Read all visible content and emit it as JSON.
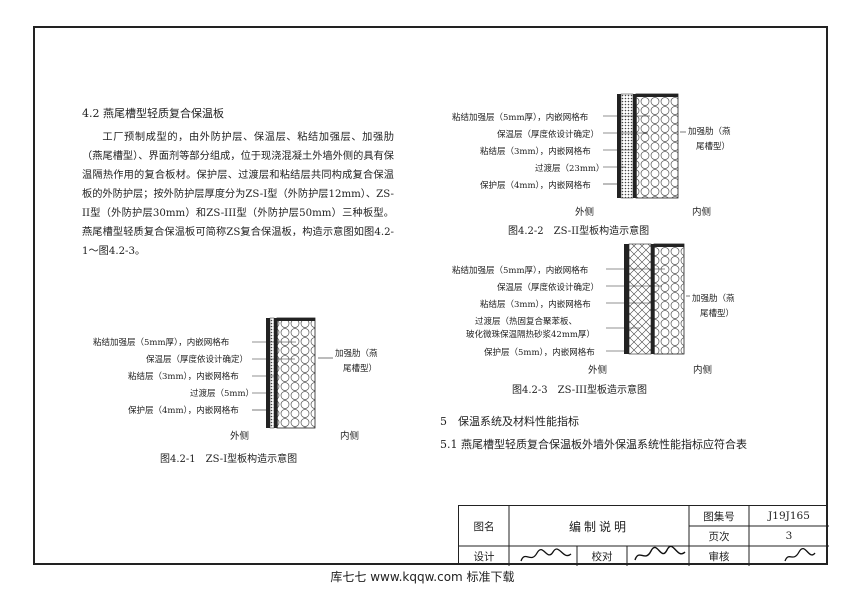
{
  "section_4_2": {
    "heading": "4.2 燕尾槽型轻质复合保温板",
    "paragraph": "工厂预制成型的，由外防护层、保温层、粘结加强层、加强肋（燕尾槽型）、界面剂等部分组成，位于现浇混凝土外墙外侧的具有保温隔热作用的复合板材。保护层、过渡层和粘结层共同构成复合保温板的外防护层；按外防护层厚度分为ZS-I型（外防护层12mm）、ZS-II型（外防护层30mm）和ZS-III型（外防护层50mm）三种板型。燕尾槽型轻质复合保温板可简称ZS复合保温板，构造示意图如图4.2-1～图4.2-3。"
  },
  "fig1": {
    "labels": [
      "粘结加强层（5mm厚），内嵌网格布",
      "保温层（厚度依设计确定）",
      "粘结层（3mm），内嵌网格布",
      "过渡层（5mm）",
      "保护层（4mm），内嵌网格布"
    ],
    "rib_label_1": "加强肋（燕",
    "rib_label_2": "尾槽型）",
    "outside": "外侧",
    "inside": "内侧",
    "caption": "图4.2-1　ZS-I型板构造示意图"
  },
  "fig2": {
    "labels": [
      "粘结加强层（5mm厚），内嵌网格布",
      "保温层（厚度依设计确定）",
      "粘结层（3mm），内嵌网格布",
      "过渡层（23mm）",
      "保护层（4mm），内嵌网格布"
    ],
    "rib_label_1": "加强肋（燕",
    "rib_label_2": "尾槽型）",
    "outside": "外侧",
    "inside": "内侧",
    "caption": "图4.2-2　ZS-II型板构造示意图"
  },
  "fig3": {
    "labels": [
      "粘结加强层（5mm厚），内嵌网格布",
      "保温层（厚度依设计确定）",
      "粘结层（3mm），内嵌网格布",
      "过渡层（热固复合聚苯板、",
      "玻化微珠保温隔热砂浆42mm厚）",
      "保护层（5mm），内嵌网格布"
    ],
    "rib_label_1": "加强肋（燕",
    "rib_label_2": "尾槽型）",
    "outside": "外侧",
    "inside": "内侧",
    "caption": "图4.2-3　ZS-III型板造示意图"
  },
  "section_5": {
    "heading": "5　保温系统及材料性能指标",
    "sub": "5.1 燕尾槽型轻质复合保温板外墙外保温系统性能指标应符合表"
  },
  "title_block": {
    "name_label": "图名",
    "name_value": "编制说明",
    "atlas_label": "图集号",
    "atlas_value": "J19J165",
    "page_label": "页次",
    "page_value": "3",
    "design_label": "设计",
    "check_label": "校对",
    "review_label": "审核"
  },
  "footer": "库七七 www.kqqw.com 标准下载"
}
